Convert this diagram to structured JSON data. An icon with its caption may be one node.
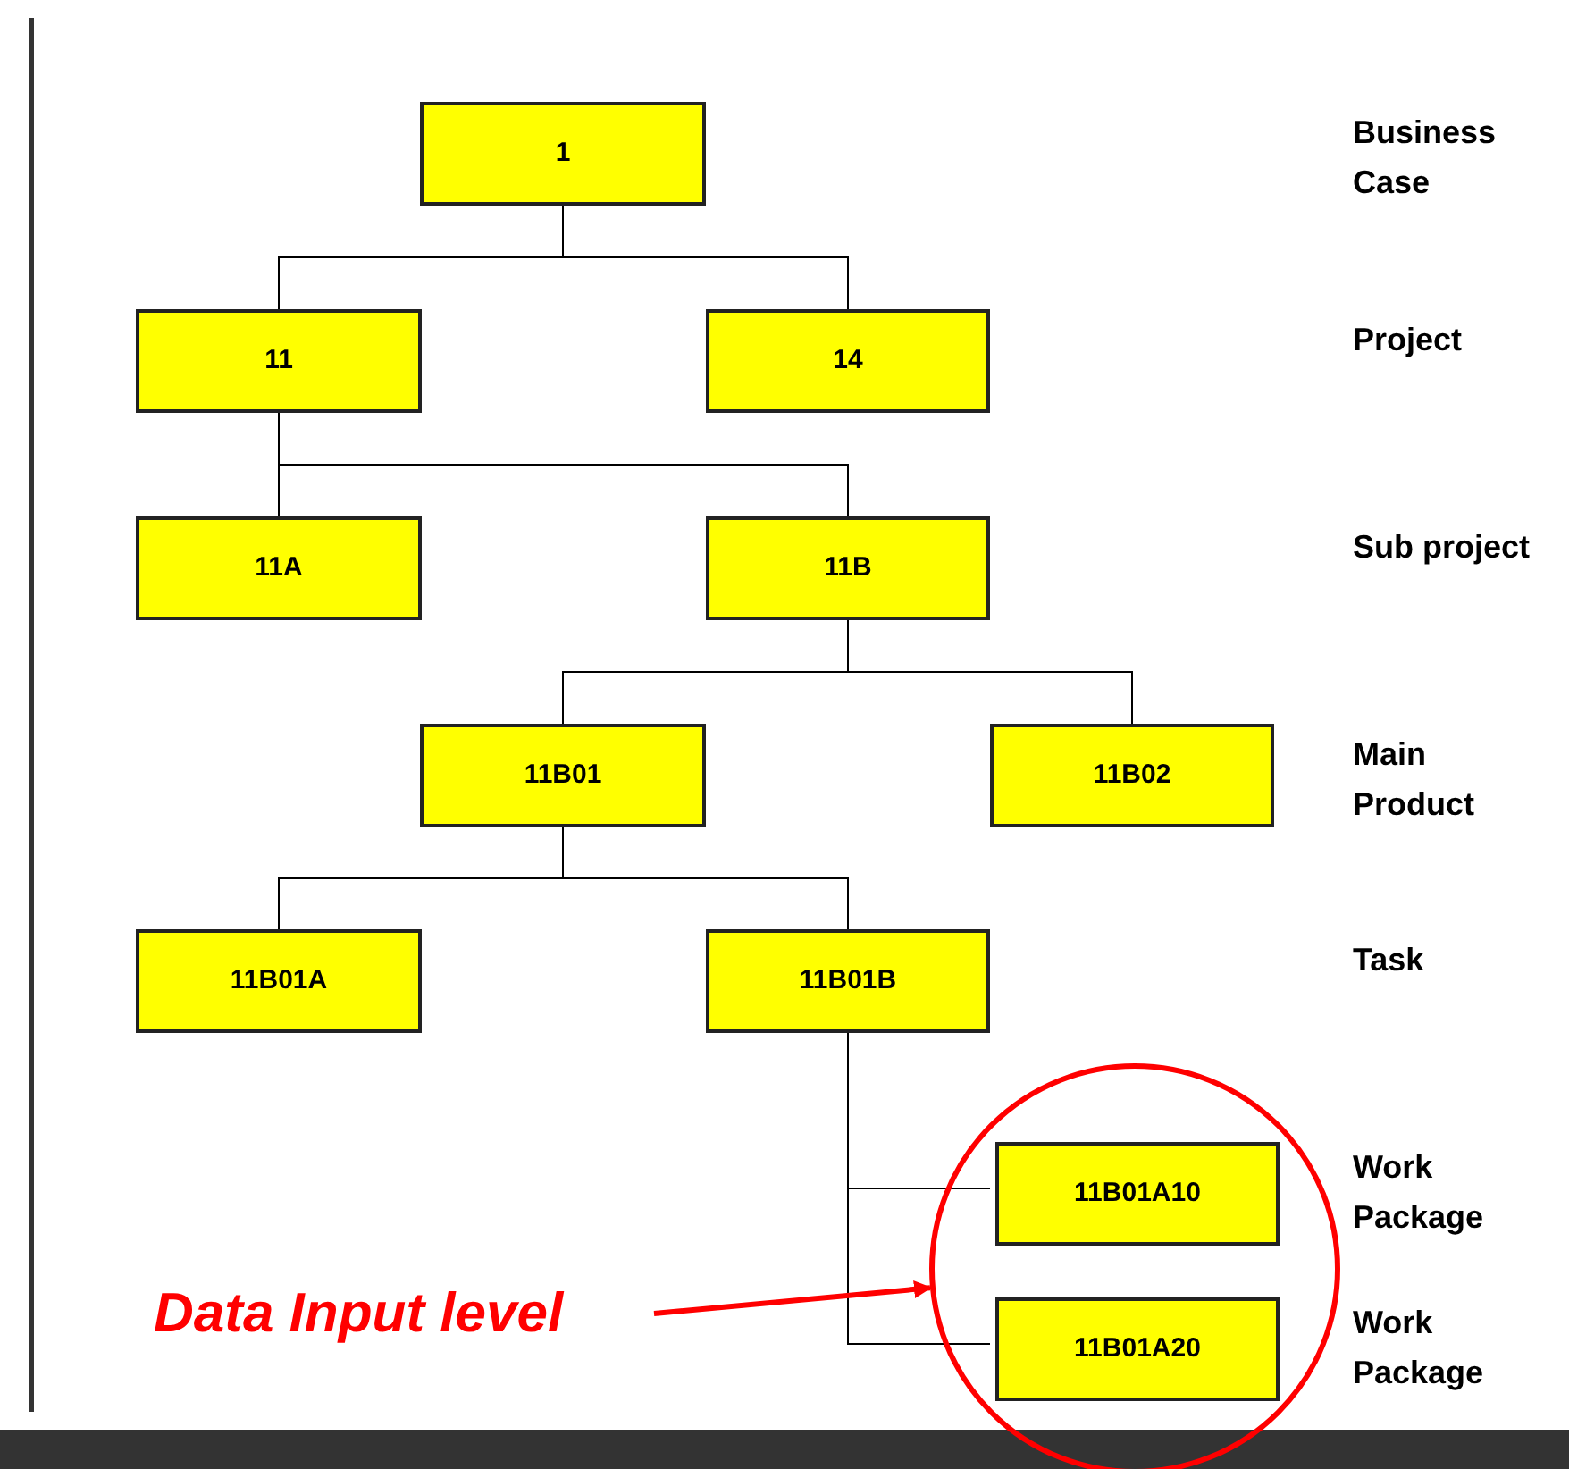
{
  "diagram": {
    "nodes": [
      {
        "text": [
          "1"
        ]
      },
      {
        "text": [
          "11"
        ]
      },
      {
        "text": [
          "14"
        ]
      },
      {
        "text": [
          "11A"
        ]
      },
      {
        "text": [
          "11B"
        ]
      },
      {
        "text": [
          "11B01"
        ]
      },
      {
        "text": [
          "11B02"
        ]
      },
      {
        "text": [
          "11B01A"
        ]
      },
      {
        "text": [
          "11B01B"
        ]
      },
      {
        "text": [],
        "shape": "circle"
      },
      {
        "text": [
          "11B01A10"
        ],
        "in": 9
      },
      {
        "text": [
          "11B01A20"
        ],
        "in": 9
      },
      {
        "text": [
          "Data Input level"
        ]
      }
    ],
    "edges": [
      {
        "from": 0,
        "to": 1,
        "arrow": "none"
      },
      {
        "from": 0,
        "to": 2,
        "arrow": "none"
      },
      {
        "from": 1,
        "to": 3,
        "arrow": "none"
      },
      {
        "from": 1,
        "to": 4,
        "arrow": "none"
      },
      {
        "from": 4,
        "to": 5,
        "arrow": "none"
      },
      {
        "from": 4,
        "to": 6,
        "arrow": "none"
      },
      {
        "from": 5,
        "to": 7,
        "arrow": "none"
      },
      {
        "from": 5,
        "to": 8,
        "arrow": "none"
      },
      {
        "from": 8,
        "to": 10,
        "arrow": "none"
      },
      {
        "from": 8,
        "to": 11,
        "arrow": "none"
      },
      {
        "from": 12,
        "to": 9,
        "arrow": "to",
        "style": "thick",
        "color": "#ff0000"
      }
    ],
    "labels": [
      "Business Case",
      "Project",
      "Sub project",
      "Main Product",
      "Task",
      "Work Package",
      "Work Package"
    ]
  }
}
